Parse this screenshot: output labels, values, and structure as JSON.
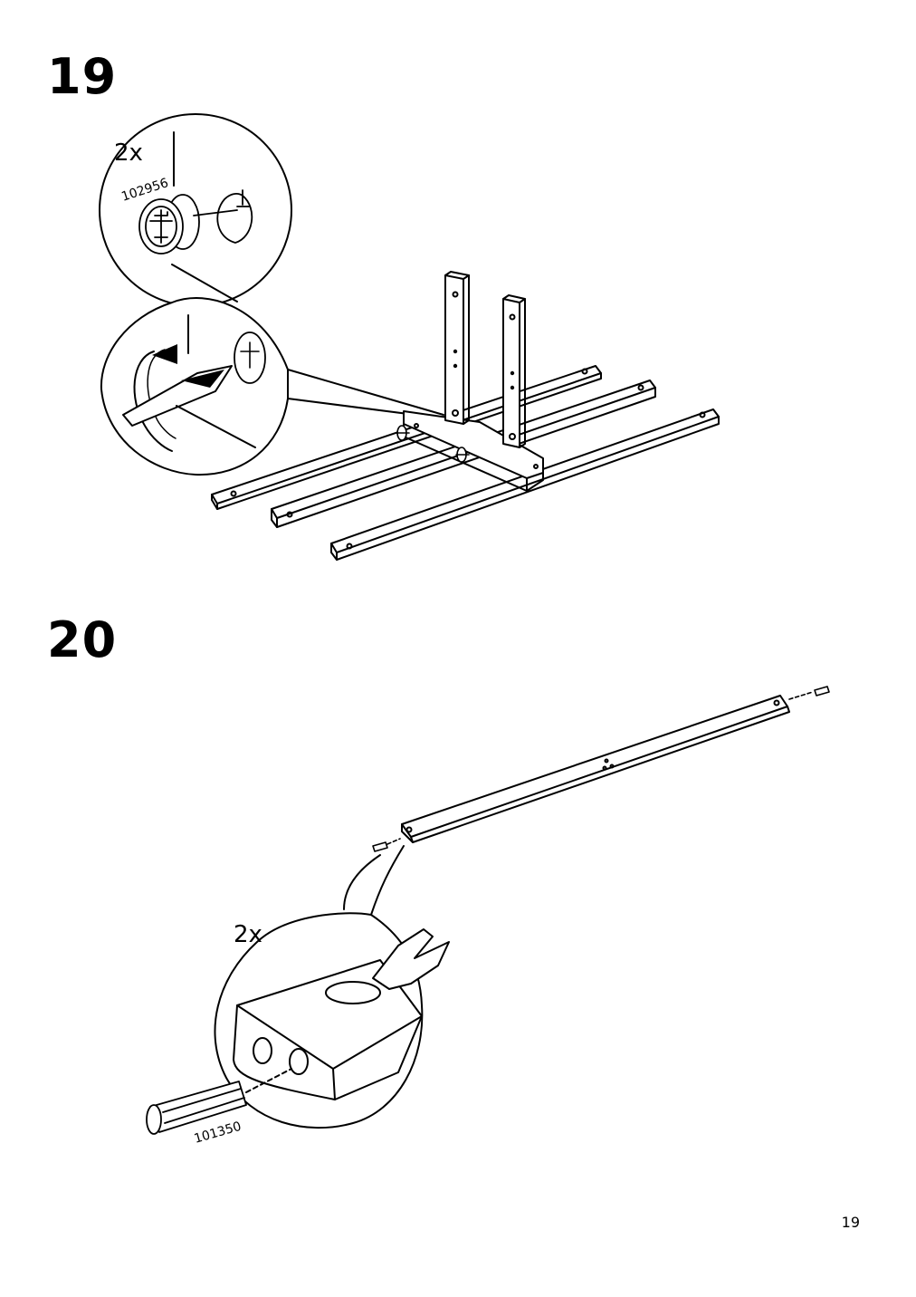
{
  "steps": [
    {
      "number": "19",
      "quantity": "2x",
      "part_number": "102956"
    },
    {
      "number": "20",
      "quantity": "2x",
      "part_number": "101350"
    }
  ],
  "page": {
    "number": "19"
  }
}
